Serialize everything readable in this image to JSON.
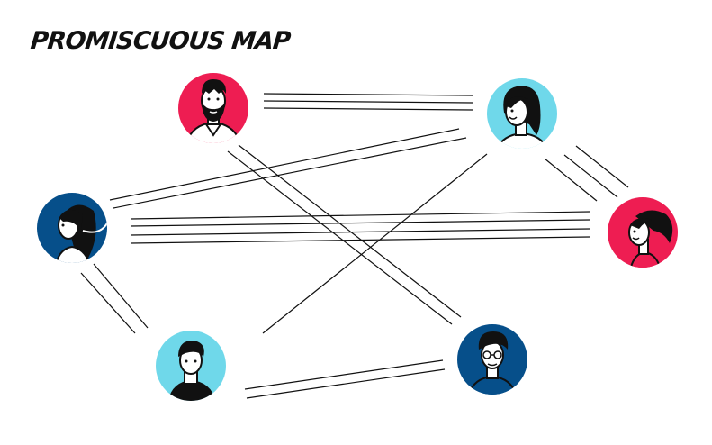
{
  "title": "PROMISCUOUS MAP",
  "colors": {
    "red": "#ee1d52",
    "cyan": "#6fd8ea",
    "navy": "#064f8a",
    "line": "#111111",
    "skin": "#ffffff",
    "hair": "#111111"
  },
  "nodes": [
    {
      "id": "bearded-man",
      "bg": "red"
    },
    {
      "id": "woman-top",
      "bg": "cyan"
    },
    {
      "id": "woman-left",
      "bg": "navy"
    },
    {
      "id": "woman-right",
      "bg": "red"
    },
    {
      "id": "man-turtleneck",
      "bg": "cyan"
    },
    {
      "id": "man-glasses",
      "bg": "navy"
    }
  ],
  "edges": [
    {
      "from": "bearded-man",
      "to": "woman-top",
      "lines": 3
    },
    {
      "from": "bearded-man",
      "to": "man-glasses",
      "lines": 2
    },
    {
      "from": "woman-top",
      "to": "woman-left",
      "lines": 2
    },
    {
      "from": "woman-top",
      "to": "woman-right",
      "lines": 3
    },
    {
      "from": "woman-top",
      "to": "man-turtleneck",
      "lines": 1
    },
    {
      "from": "woman-left",
      "to": "woman-right",
      "lines": 4
    },
    {
      "from": "woman-left",
      "to": "man-turtleneck",
      "lines": 2
    },
    {
      "from": "man-turtleneck",
      "to": "man-glasses",
      "lines": 2
    }
  ]
}
